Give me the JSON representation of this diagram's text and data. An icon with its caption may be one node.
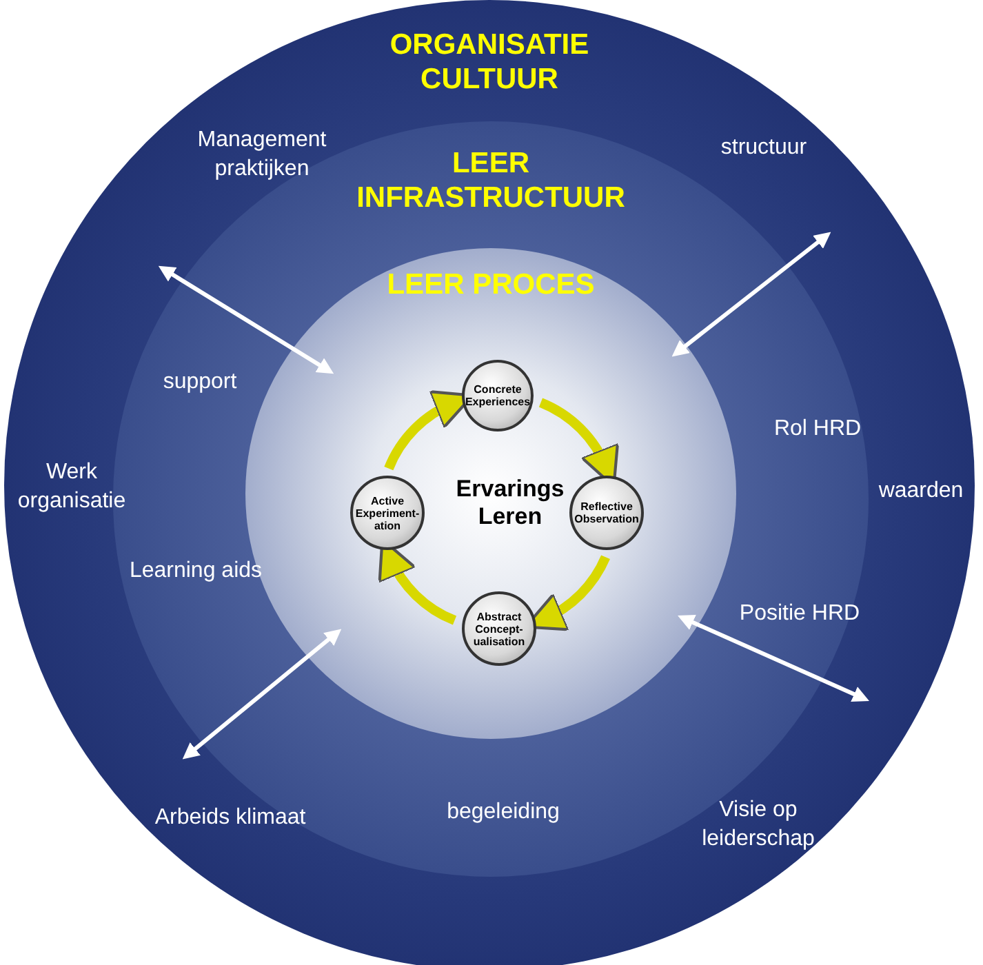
{
  "diagram": {
    "nodes": [
      {
        "text": [
          "ORGANISATIE CULTUUR"
        ]
      },
      {
        "text": [
          "LEER INFRASTRUCTUUR"
        ],
        "in": 0
      },
      {
        "text": [
          "LEER PROCES",
          "Ervarings Leren"
        ],
        "in": 1
      },
      {
        "text": [
          "Concrete Experiences"
        ],
        "in": 2
      },
      {
        "text": [
          "Reflective Observation"
        ],
        "in": 2
      },
      {
        "text": [
          "Abstract Concept-ualisation"
        ],
        "in": 2
      },
      {
        "text": [
          "Active Experiment-ation"
        ],
        "in": 2
      }
    ],
    "edges": [
      {
        "from": 3,
        "to": 4,
        "arrow": "to"
      },
      {
        "from": 4,
        "to": 5,
        "arrow": "to"
      },
      {
        "from": 5,
        "to": 6,
        "arrow": "to"
      },
      {
        "from": 6,
        "to": 3,
        "arrow": "to"
      }
    ],
    "labels": [
      "Management praktijken",
      "structuur",
      "support",
      "Rol HRD",
      "Werk organisatie",
      "waarden",
      "Learning aids",
      "Positie HRD",
      "Arbeids klimaat",
      "begeleiding",
      "Visie op leiderschap"
    ]
  }
}
